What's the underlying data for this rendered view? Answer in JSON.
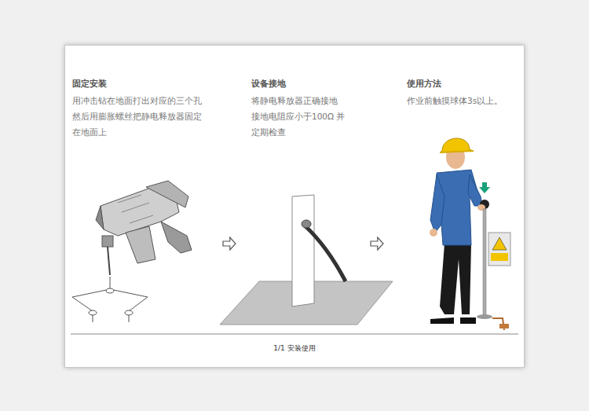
{
  "diagram": {
    "caption": "1/1 安装使用",
    "nodes": [
      {
        "text": [
          "固定安装",
          "用冲击钻在地面打出对应的三个孔 然后用膨胀螺丝把静电释放器固定 在地面上"
        ]
      },
      {
        "text": [
          "设备接地",
          "将静电释放器正确接地 接地电阻应小于100Ω 并定期检查"
        ]
      },
      {
        "text": [
          "使用方法",
          "作业前触摸球体3s以上。"
        ]
      }
    ],
    "edges": [
      {
        "from": 0,
        "to": 1,
        "arrow": "to"
      },
      {
        "from": 1,
        "to": 2,
        "arrow": "to"
      }
    ]
  }
}
